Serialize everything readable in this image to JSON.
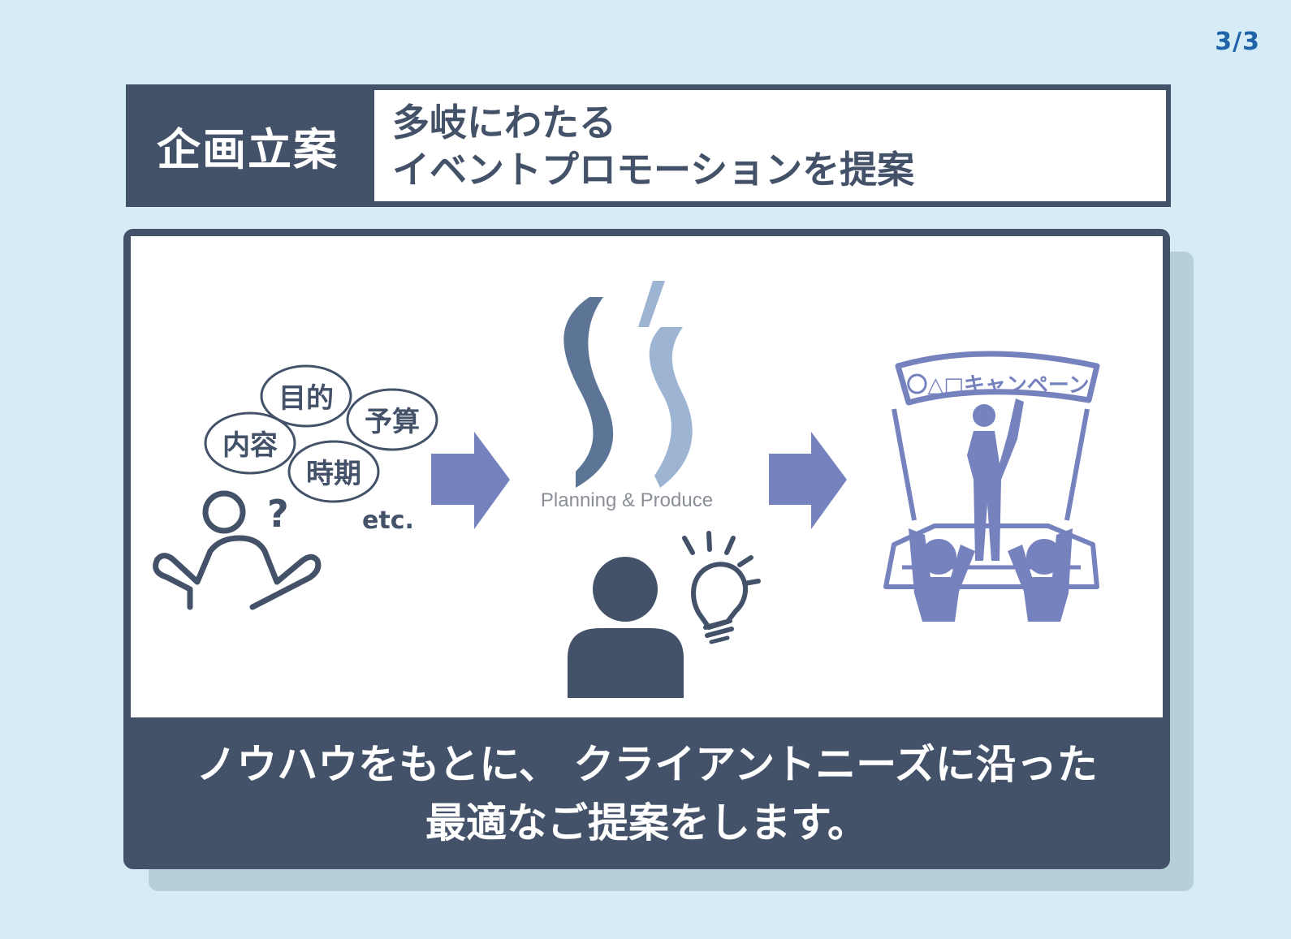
{
  "page_number": "3/3",
  "header": {
    "label": "企画立案",
    "title_line1": "多岐にわたる",
    "title_line2": "イベントプロモーションを提案"
  },
  "illustration": {
    "bubbles": [
      "目的",
      "予算",
      "内容",
      "時期"
    ],
    "etc_label": "etc.",
    "logo_caption": "Planning & Produce",
    "banner_text": "〇△□キャンペーン",
    "colors": {
      "dark": "#435268",
      "accent": "#7582bd",
      "logo_dark": "#5c7597",
      "logo_light": "#9db5d3"
    }
  },
  "footer": {
    "line1": "ノウハウをもとに、 クライアントニーズに沿った",
    "line2": "最適なご提案をします。"
  }
}
